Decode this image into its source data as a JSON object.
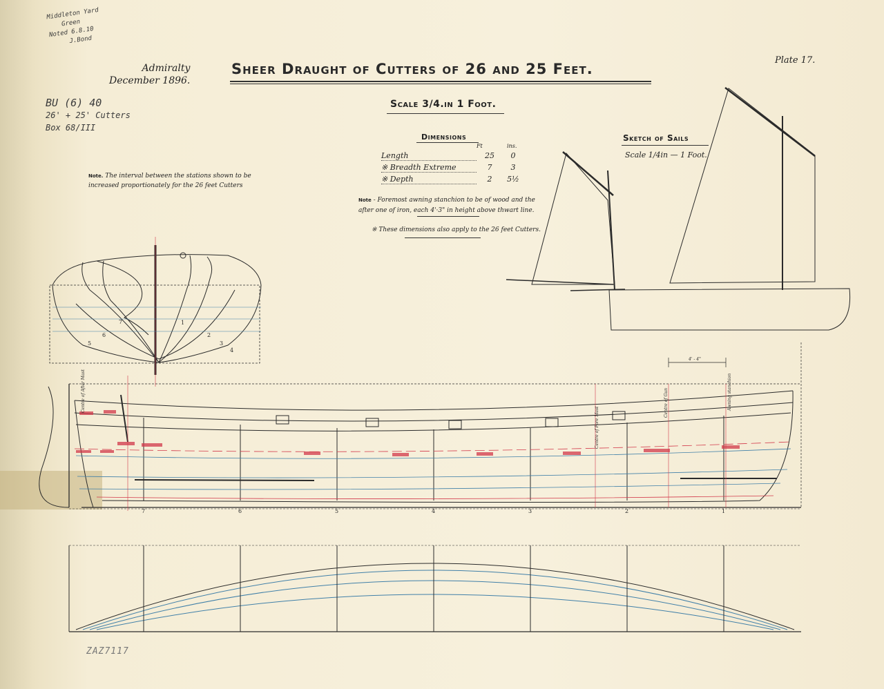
{
  "title": "Sheer Draught of Cutters of 26 and 25 Feet.",
  "admiralty_line1": "Admiralty",
  "admiralty_line2": "December 1896.",
  "plate": "Plate 17.",
  "scale": "Scale 3/4.in 1 Foot.",
  "dimensions": {
    "heading": "Dimensions",
    "unit_ft": "Ft",
    "unit_ins": "ins.",
    "rows": [
      {
        "label": "Length",
        "ft": "25",
        "ins": "0"
      },
      {
        "label": "※ Breadth Extreme",
        "ft": "7",
        "ins": "3"
      },
      {
        "label": "※ Depth",
        "ft": "2",
        "ins": "5½"
      }
    ]
  },
  "note_main_prefix": "Note",
  "note_main": "- Foremost awning stanchion to be of wood and the after one of iron, each 4'·3\" in height above thwart line.",
  "star_note": "※ These dimensions also apply to the 26 feet Cutters.",
  "note_left_prefix": "Note.",
  "note_left": "The interval between the stations shown to be increased proportionately for the 26 feet Cutters",
  "sails_heading": "Sketch of Sails",
  "sails_scale": "Scale 1/4in — 1 Foot.",
  "handwriting": {
    "top_left_1": "Middleton Yard",
    "top_left_2": "Green",
    "top_left_3": "Noted 6.8.10",
    "top_left_4": "J.Bond",
    "ref_1": "BU (6) 40",
    "ref_2": "26' + 25' Cutters",
    "ref_3": "Box 68/III",
    "bottom": "ZAZ7117"
  },
  "body_section_labels": [
    "1",
    "2",
    "3",
    "4",
    "5",
    "6",
    "7"
  ],
  "station_labels": [
    "7",
    "6",
    "5",
    "4",
    "3",
    "2",
    "1"
  ],
  "profile_labels": {
    "fore_mast": "Centre of Fore Mast",
    "gun": "Centre of Gun",
    "awning": "Awning stanchion",
    "after_awning": "Centre of After Mast",
    "dimension": "4' - 4\""
  },
  "colors": {
    "ink": "#2a2a2a",
    "red": "#d2384a",
    "blue": "#3f7fa8"
  }
}
